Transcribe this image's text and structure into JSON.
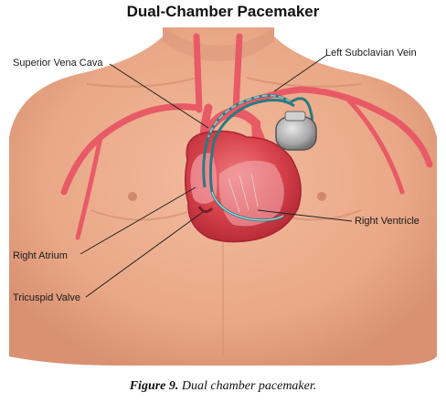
{
  "title": "Dual-Chamber Pacemaker",
  "labels": {
    "superior_vena_cava": "Superior Vena Cava",
    "left_subclavian_vein": "Left Subclavian Vein",
    "right_ventricle": "Right Ventricle",
    "right_atrium": "Right Atrium",
    "tricuspid_valve": "Tricuspid Valve"
  },
  "caption": {
    "figure_label": "Figure 9.",
    "text": "Dual chamber pacemaker."
  },
  "colors": {
    "skin": "#e9ab8c",
    "vessel": "#e85a66",
    "heart": "#d9404c",
    "lead": "#2a7a82",
    "device": "#b8b8b8"
  }
}
